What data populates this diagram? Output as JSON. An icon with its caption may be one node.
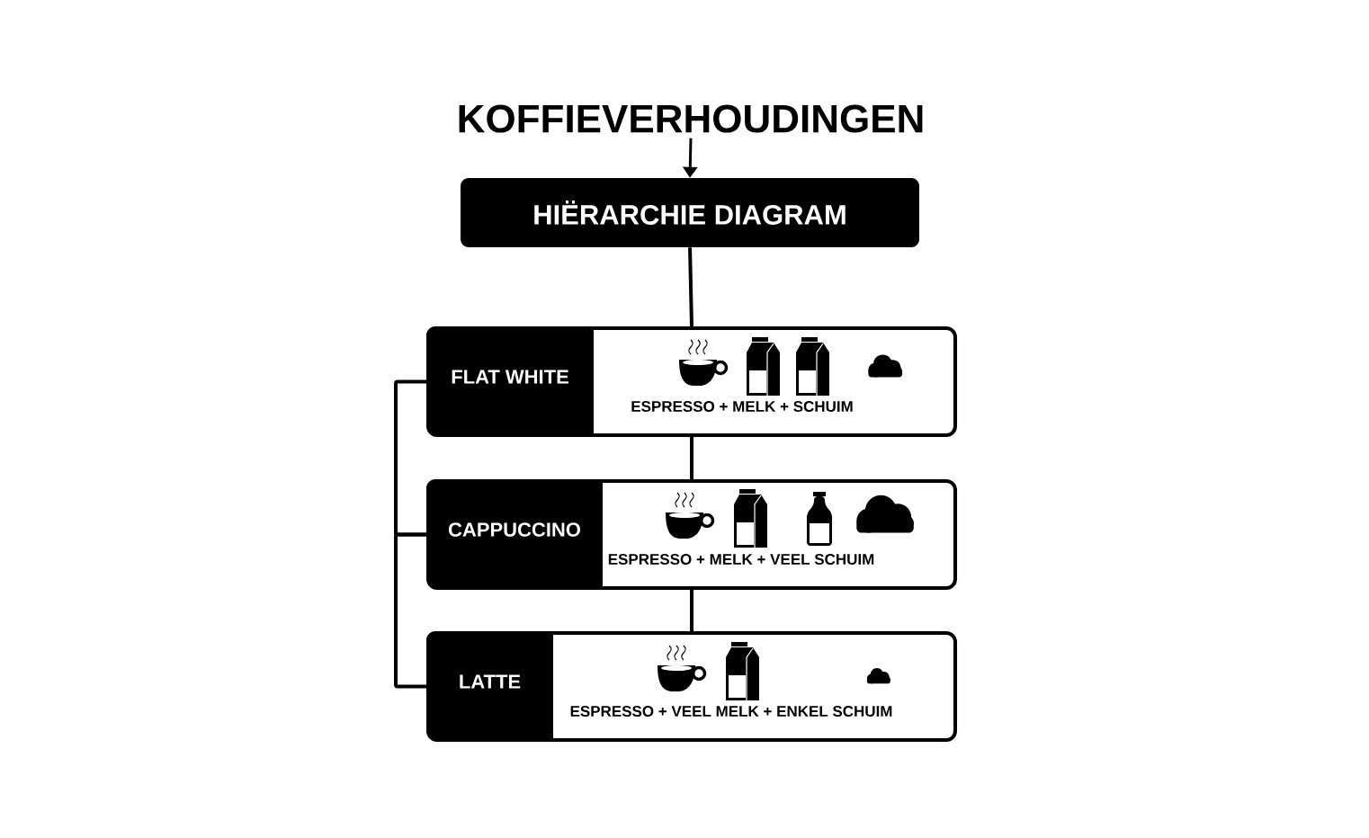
{
  "diagram": {
    "nodes": [
      {
        "text": [
          "KOFFIEVERHOUDINGEN"
        ]
      },
      {
        "text": [
          "HIËRARCHIE DIAGRAM"
        ]
      },
      {
        "text": [
          "FLAT WHITE",
          "ESPRESSO + MELK + SCHUIM"
        ]
      },
      {
        "text": [
          "CAPPUCCINO",
          "ESPRESSO + MELK + VEEL SCHUIM"
        ]
      },
      {
        "text": [
          "LATTE",
          "ESPRESSO + VEEL MELK + ENKEL SCHUIM"
        ]
      }
    ],
    "edges": [
      {
        "from": 0,
        "to": 1,
        "arrow": "to"
      },
      {
        "from": 1,
        "to": 2,
        "arrow": "none"
      },
      {
        "from": 2,
        "to": 3,
        "arrow": "none"
      },
      {
        "from": 3,
        "to": 4,
        "arrow": "none"
      },
      {
        "from": 2,
        "to": 3,
        "arrow": "none"
      },
      {
        "from": 3,
        "to": 4,
        "arrow": "none"
      }
    ]
  }
}
